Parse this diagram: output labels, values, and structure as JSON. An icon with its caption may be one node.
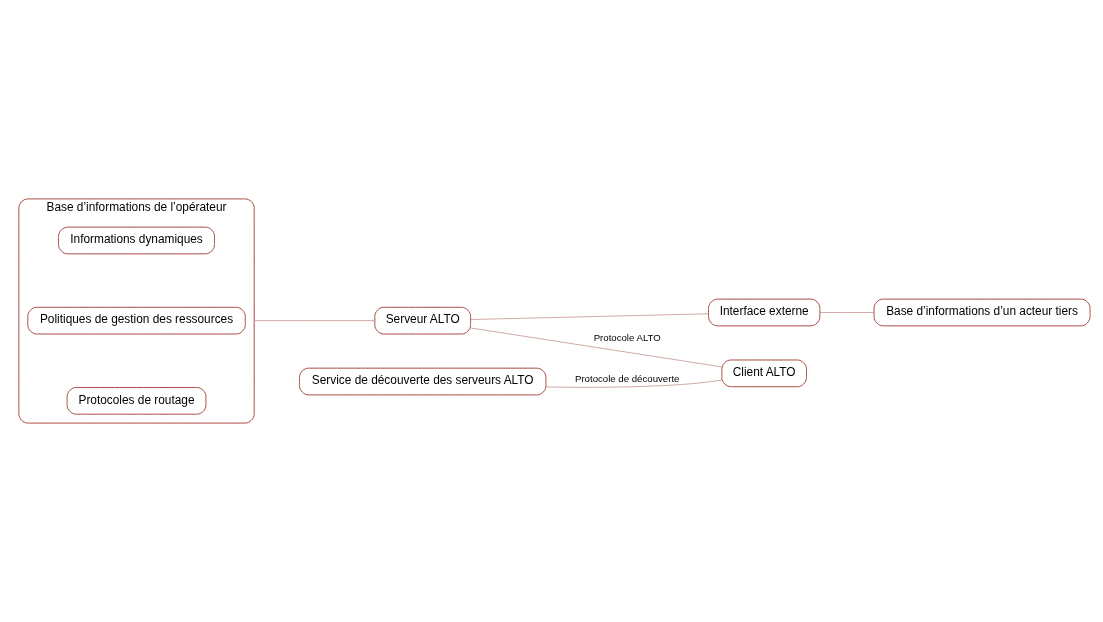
{
  "diagram": {
    "nodes": [
      {
        "text": [
          "Base d’informations de l’opérateur"
        ]
      },
      {
        "text": [
          "Protocoles de routage"
        ],
        "in": 0
      },
      {
        "text": [
          "Politiques de gestion des ressources"
        ],
        "in": 0
      },
      {
        "text": [
          "Informations dynamiques"
        ],
        "in": 0
      },
      {
        "text": [
          "Serveur ALTO"
        ]
      },
      {
        "text": [
          "Service de découverte des serveurs ALTO"
        ]
      },
      {
        "text": [
          "Client ALTO"
        ]
      },
      {
        "text": [
          "Interface externe"
        ]
      },
      {
        "text": [
          "Base d’informations d’un acteur tiers"
        ]
      }
    ],
    "edges": [
      {
        "from": 0,
        "to": 4,
        "arrow": "none"
      },
      {
        "from": 4,
        "to": 6,
        "arrow": "none",
        "label": "Protocole ALTO"
      },
      {
        "from": 5,
        "to": 6,
        "arrow": "none",
        "label": "Protocole de découverte"
      },
      {
        "from": 4,
        "to": 7,
        "arrow": "none"
      },
      {
        "from": 7,
        "to": 8,
        "arrow": "none"
      }
    ]
  }
}
